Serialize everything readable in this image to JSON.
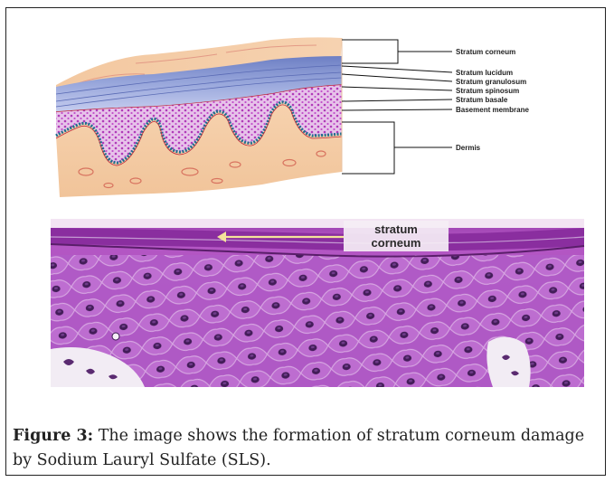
{
  "diagram": {
    "labels": {
      "stratum_corneum": "Stratum corneum",
      "stratum_lucidum": "Stratum lucidum",
      "stratum_granulosum": "Stratum granulosum",
      "stratum_spinosum": "Stratum spinosum",
      "stratum_basale": "Stratum basale",
      "basement_membrane": "Basement membrane",
      "dermis": "Dermis"
    }
  },
  "micrograph": {
    "label_line1": "stratum",
    "label_line2": "corneum"
  },
  "caption": {
    "figure_label": "Figure 3:",
    "text": " The image shows the formation of stratum corneum damage by Sodium Lauryl Sulfate (SLS)."
  }
}
